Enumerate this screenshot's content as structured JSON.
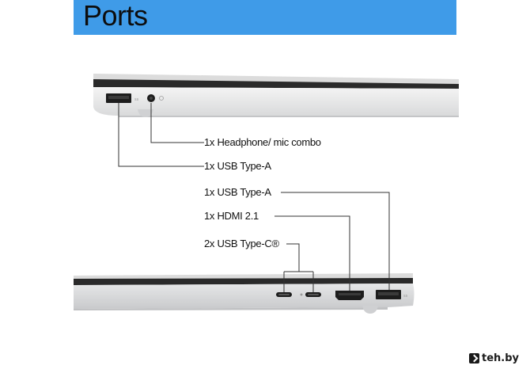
{
  "header": {
    "title": "Ports",
    "background": "#3f9be8"
  },
  "left_side": {
    "ports": [
      {
        "label": "1x Headphone/ mic combo",
        "icon": "headphone-jack-icon"
      },
      {
        "label": "1x USB Type-A",
        "icon": "usb-a-port-icon"
      }
    ]
  },
  "right_side": {
    "ports": [
      {
        "label": "1x USB Type-A",
        "icon": "usb-a-port-icon"
      },
      {
        "label": "1x HDMI 2.1",
        "icon": "hdmi-port-icon"
      },
      {
        "label": "2x USB Type-C®",
        "icon": "usb-c-port-icon"
      }
    ]
  },
  "watermark": {
    "text": "teh.by"
  }
}
